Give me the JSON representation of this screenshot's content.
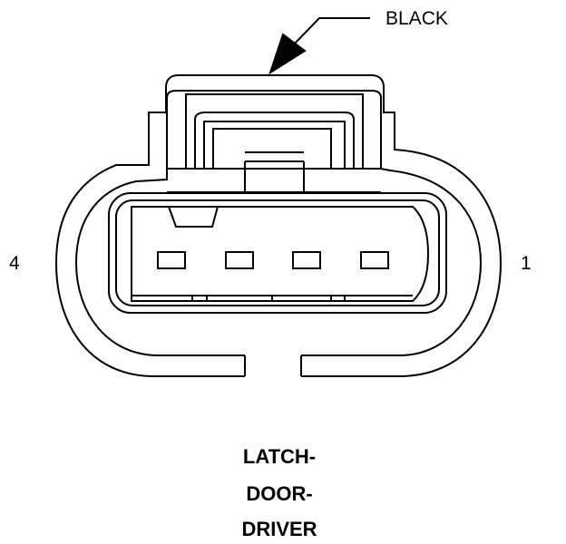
{
  "connector": {
    "color_label": "BLACK",
    "pin_left": "4",
    "pin_right": "1",
    "caption_lines": [
      "LATCH-",
      "DOOR-",
      "DRIVER"
    ],
    "cavities": 4,
    "stroke_color": "#000000"
  }
}
